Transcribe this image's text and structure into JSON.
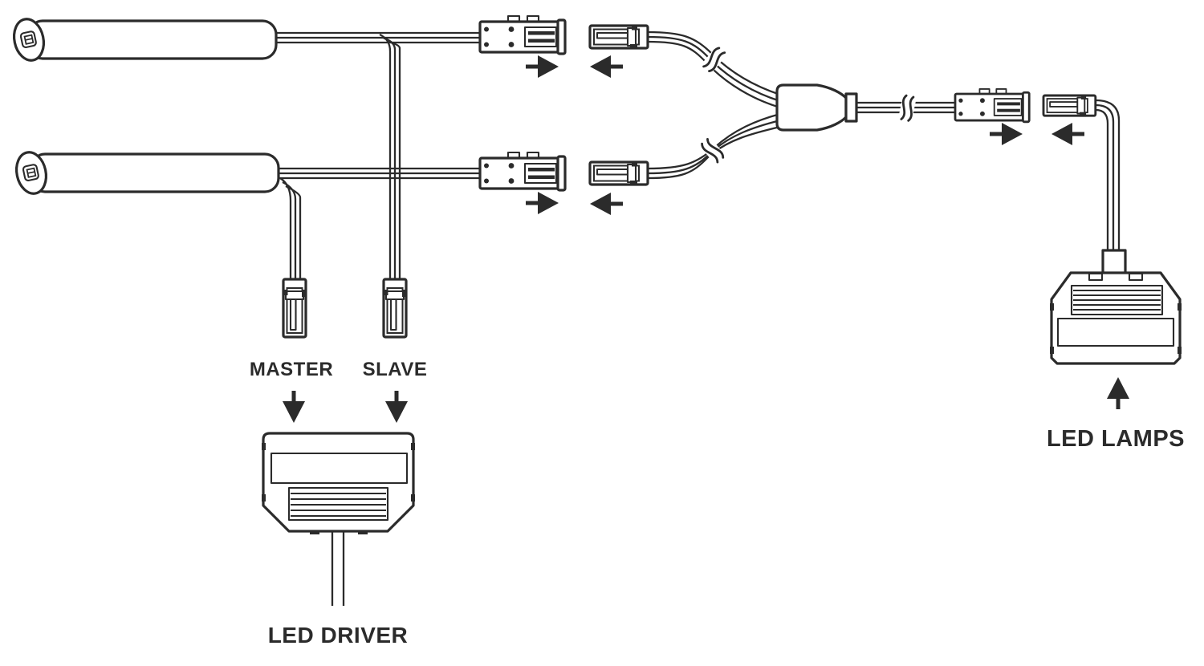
{
  "labels": {
    "master": "MASTER",
    "slave": "SLAVE",
    "led_driver": "LED DRIVER",
    "led_lamps": "LED LAMPS"
  },
  "colors": {
    "line_ink": "#2b2b2b",
    "background": "#ffffff"
  },
  "icons": {
    "sensor_unit": "cylindrical-sensor-lamp",
    "male_connector": "striped-plug-connector",
    "female_connector": "socket-connector",
    "y_splitter": "two-way-splitter-body",
    "cable_break": "double-squiggle-break-mark",
    "direction_arrow": "solid-triangle-arrow"
  }
}
